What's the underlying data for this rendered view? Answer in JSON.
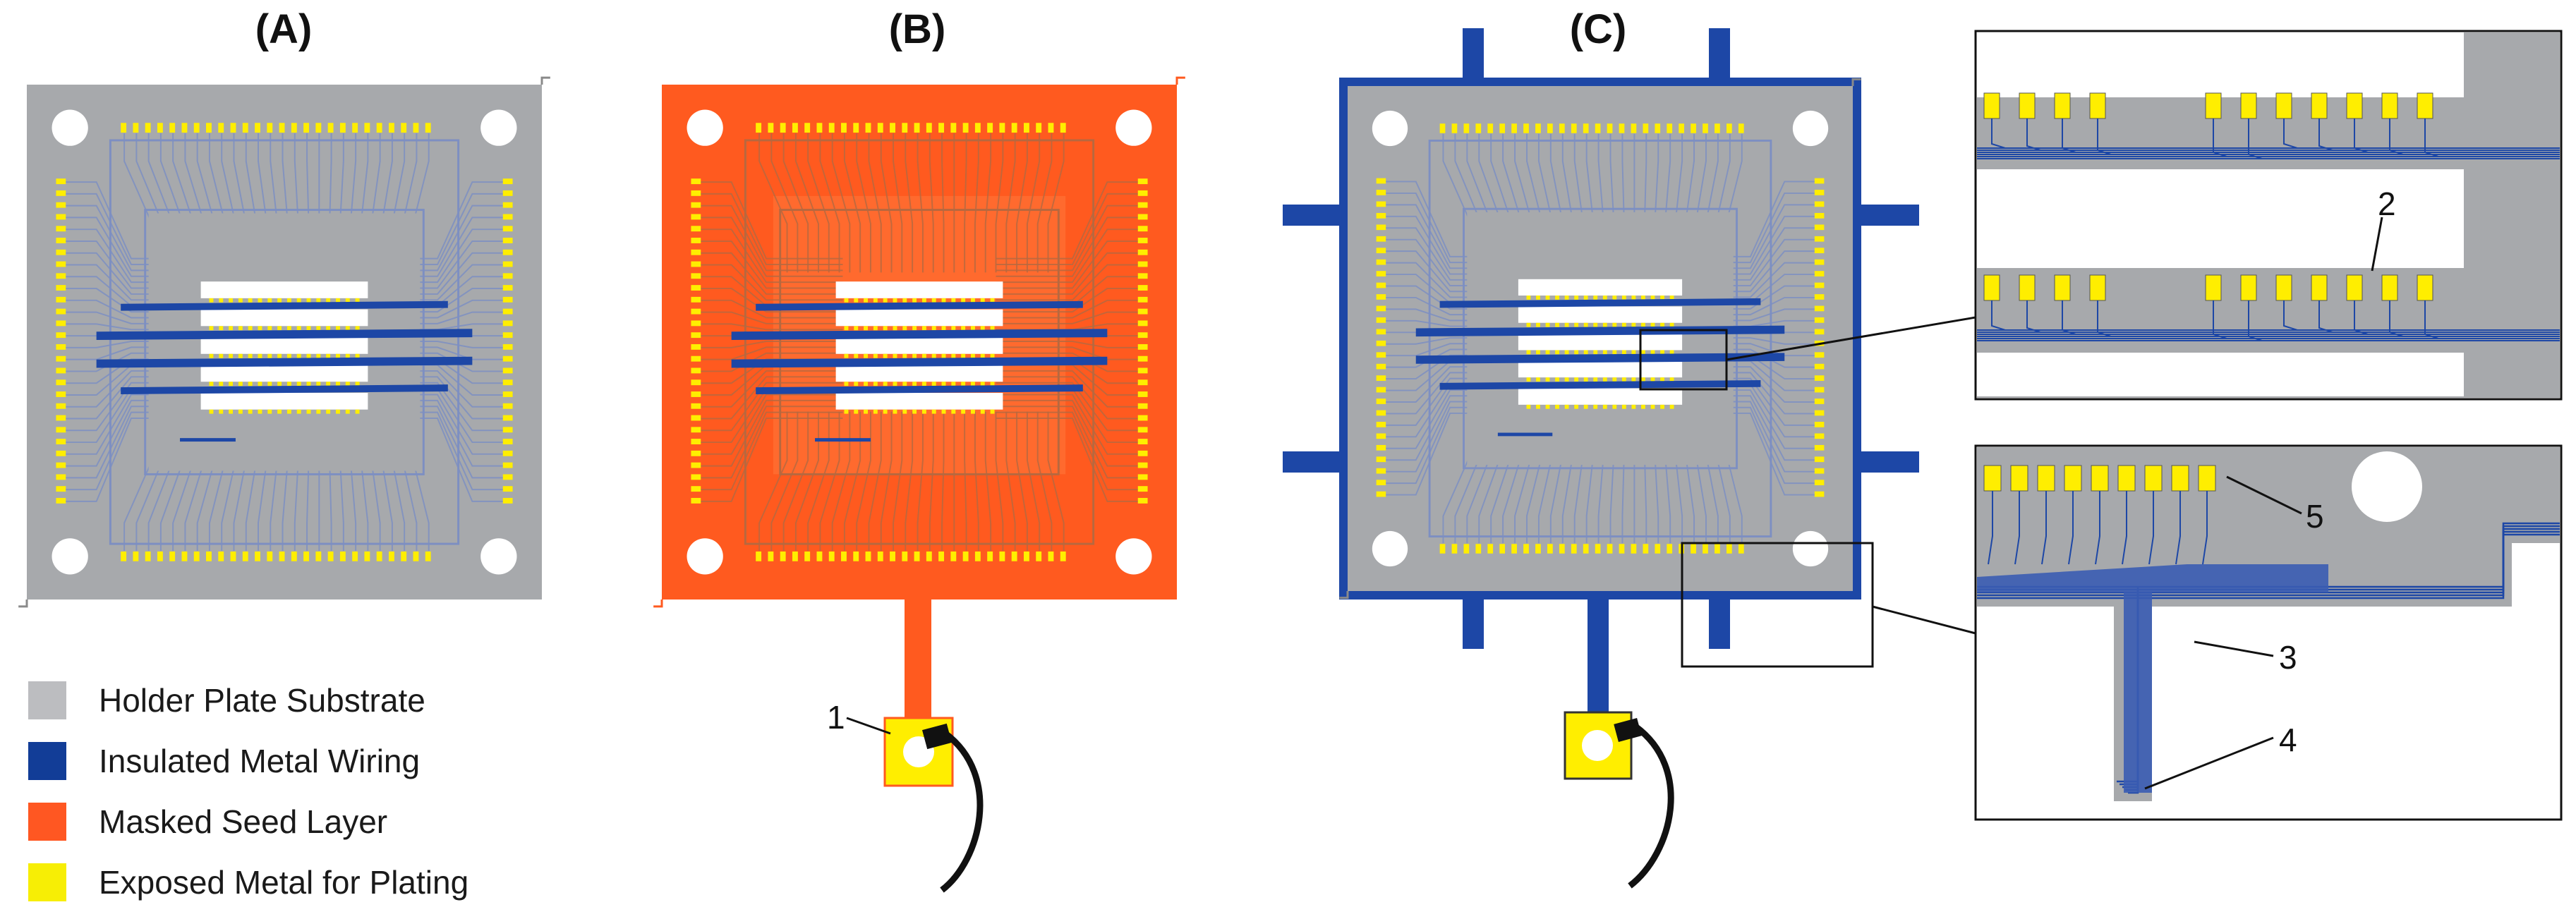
{
  "panels": [
    {
      "id": "A",
      "label": "(A)"
    },
    {
      "id": "B",
      "label": "(B)"
    },
    {
      "id": "C",
      "label": "(C)"
    }
  ],
  "callouts": {
    "c1": "1",
    "c2": "2",
    "c3": "3",
    "c4": "4",
    "c5": "5"
  },
  "legend": [
    {
      "label": "Holder Plate Substrate",
      "color": "#bcbdc0"
    },
    {
      "label": "Insulated Metal Wiring",
      "color": "#123d97"
    },
    {
      "label": "Masked Seed Layer",
      "color": "#ff5722"
    },
    {
      "label": "Exposed Metal for Plating",
      "color": "#f7ee05"
    }
  ],
  "colors": {
    "substrate": "#a7a9ac",
    "wiring": "#1d47a6",
    "wiring_light": "#7d8fc2",
    "seed": "#ff5a1f",
    "metal": "#ffee00",
    "cable": "#111111"
  }
}
